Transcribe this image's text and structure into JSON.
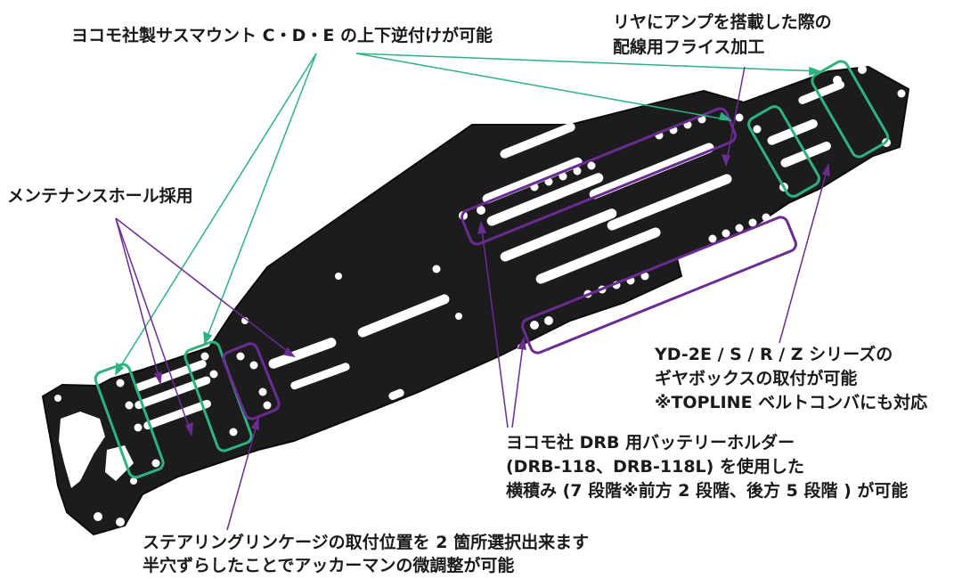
{
  "annotations": {
    "sus_mount": "ヨコモ社製サスマウント C・D・E の上下逆付けが可能",
    "amp_line1": "リヤにアンプを搭載した際の",
    "amp_line2": "配線用フライス加工",
    "maintenance": "メンテナンスホール採用",
    "gearbox_line1": "YD-2E / S / R / Z シリーズの",
    "gearbox_line2": "ギヤボックスの取付が可能",
    "gearbox_line3": "※TOPLINE ベルトコンバにも対応",
    "battery_line1": "ヨコモ社 DRB 用バッテリーホルダー",
    "battery_line2": "(DRB-118、DRB-118L) を使用した",
    "battery_line3": "横積み (7 段階※前方 2 段階、後方 5 段階 ) が可能",
    "steering_line1": "ステアリングリンケージの取付位置を 2 箇所選択出来ます",
    "steering_line2": "半穴ずらしたことでアッカーマンの微調整が可能"
  },
  "colors": {
    "chassis": "#1c1c1e",
    "chassis_edge": "#0c0c0c",
    "hole": "#ffffff",
    "green_callout": "#2db37e",
    "purple_callout": "#6a2c91",
    "text": "#1a1a1a"
  }
}
